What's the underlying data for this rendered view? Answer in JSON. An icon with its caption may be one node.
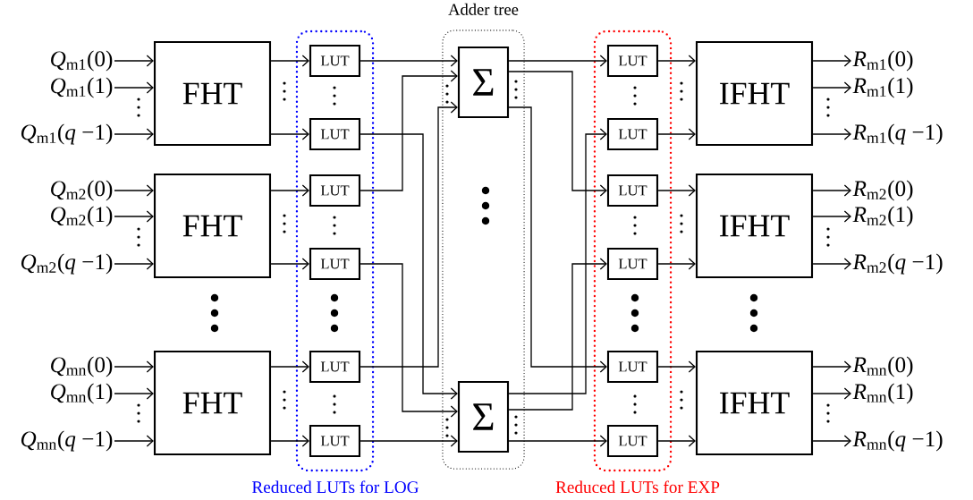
{
  "diagram": {
    "nodes": [
      {
        "text": [
          "Reduced LUTs for LOG"
        ]
      },
      {
        "text": [
          "Adder tree"
        ]
      },
      {
        "text": [
          "Reduced LUTs for EXP"
        ]
      },
      {
        "text": [
          "*Q*$_{m1}$(0)"
        ]
      },
      {
        "text": [
          "*Q*$_{m1}$(1)"
        ]
      },
      {
        "text": [
          "*Q*$_{m1}$(*q* −1)"
        ]
      },
      {
        "text": [
          "*Q*$_{m2}$(0)"
        ]
      },
      {
        "text": [
          "*Q*$_{m2}$(1)"
        ]
      },
      {
        "text": [
          "*Q*$_{m2}$(*q* −1)"
        ]
      },
      {
        "text": [
          "*Q*$_{mn}$(0)"
        ]
      },
      {
        "text": [
          "*Q*$_{mn}$(1)"
        ]
      },
      {
        "text": [
          "*Q*$_{mn}$(*q* −1)"
        ]
      },
      {
        "text": [
          "FHT"
        ]
      },
      {
        "text": [
          "FHT"
        ]
      },
      {
        "text": [
          "FHT"
        ]
      },
      {
        "text": [
          "LUT"
        ],
        "in": 0
      },
      {
        "text": [
          "LUT"
        ],
        "in": 0
      },
      {
        "text": [
          "LUT"
        ],
        "in": 0
      },
      {
        "text": [
          "LUT"
        ],
        "in": 0
      },
      {
        "text": [
          "LUT"
        ],
        "in": 0
      },
      {
        "text": [
          "LUT"
        ],
        "in": 0
      },
      {
        "text": [
          "Σ"
        ],
        "in": 1
      },
      {
        "text": [
          "Σ"
        ],
        "in": 1
      },
      {
        "text": [
          "LUT"
        ],
        "in": 2
      },
      {
        "text": [
          "LUT"
        ],
        "in": 2
      },
      {
        "text": [
          "LUT"
        ],
        "in": 2
      },
      {
        "text": [
          "LUT"
        ],
        "in": 2
      },
      {
        "text": [
          "LUT"
        ],
        "in": 2
      },
      {
        "text": [
          "LUT"
        ],
        "in": 2
      },
      {
        "text": [
          "IFHT"
        ]
      },
      {
        "text": [
          "IFHT"
        ]
      },
      {
        "text": [
          "IFHT"
        ]
      },
      {
        "text": [
          "*R*$_{m1}$(0)"
        ]
      },
      {
        "text": [
          "*R*$_{m1}$(1)"
        ]
      },
      {
        "text": [
          "*R*$_{m1}$(*q* −1)"
        ]
      },
      {
        "text": [
          "*R*$_{m2}$(0)"
        ]
      },
      {
        "text": [
          "*R*$_{m2}$(1)"
        ]
      },
      {
        "text": [
          "*R*$_{m2}$(*q* −1)"
        ]
      },
      {
        "text": [
          "*R*$_{mn}$(0)"
        ]
      },
      {
        "text": [
          "*R*$_{mn}$(1)"
        ]
      },
      {
        "text": [
          "*R*$_{mn}$(*q* −1)"
        ]
      }
    ],
    "edges": [
      {
        "from": 3,
        "to": 12,
        "arrow": "to"
      },
      {
        "from": 4,
        "to": 12,
        "arrow": "to"
      },
      {
        "from": 5,
        "to": 12,
        "arrow": "to"
      },
      {
        "from": 6,
        "to": 13,
        "arrow": "to"
      },
      {
        "from": 7,
        "to": 13,
        "arrow": "to"
      },
      {
        "from": 8,
        "to": 13,
        "arrow": "to"
      },
      {
        "from": 9,
        "to": 14,
        "arrow": "to"
      },
      {
        "from": 10,
        "to": 14,
        "arrow": "to"
      },
      {
        "from": 11,
        "to": 14,
        "arrow": "to"
      },
      {
        "from": 12,
        "to": 15,
        "arrow": "to"
      },
      {
        "from": 12,
        "to": 16,
        "arrow": "to"
      },
      {
        "from": 13,
        "to": 17,
        "arrow": "to"
      },
      {
        "from": 13,
        "to": 18,
        "arrow": "to"
      },
      {
        "from": 14,
        "to": 19,
        "arrow": "to"
      },
      {
        "from": 14,
        "to": 20,
        "arrow": "to"
      },
      {
        "from": 15,
        "to": 21,
        "arrow": "to"
      },
      {
        "from": 16,
        "to": 22,
        "arrow": "to"
      },
      {
        "from": 17,
        "to": 21,
        "arrow": "to"
      },
      {
        "from": 18,
        "to": 22,
        "arrow": "to"
      },
      {
        "from": 19,
        "to": 21,
        "arrow": "to"
      },
      {
        "from": 20,
        "to": 22,
        "arrow": "to"
      },
      {
        "from": 21,
        "to": 23,
        "arrow": "to"
      },
      {
        "from": 21,
        "to": 25,
        "arrow": "to"
      },
      {
        "from": 21,
        "to": 27,
        "arrow": "to"
      },
      {
        "from": 22,
        "to": 24,
        "arrow": "to"
      },
      {
        "from": 22,
        "to": 26,
        "arrow": "to"
      },
      {
        "from": 22,
        "to": 28,
        "arrow": "to"
      },
      {
        "from": 23,
        "to": 29,
        "arrow": "to"
      },
      {
        "from": 24,
        "to": 29,
        "arrow": "to"
      },
      {
        "from": 25,
        "to": 30,
        "arrow": "to"
      },
      {
        "from": 26,
        "to": 30,
        "arrow": "to"
      },
      {
        "from": 27,
        "to": 31,
        "arrow": "to"
      },
      {
        "from": 28,
        "to": 31,
        "arrow": "to"
      },
      {
        "from": 29,
        "to": 32,
        "arrow": "to"
      },
      {
        "from": 29,
        "to": 33,
        "arrow": "to"
      },
      {
        "from": 29,
        "to": 34,
        "arrow": "to"
      },
      {
        "from": 30,
        "to": 35,
        "arrow": "to"
      },
      {
        "from": 30,
        "to": 36,
        "arrow": "to"
      },
      {
        "from": 30,
        "to": 37,
        "arrow": "to"
      },
      {
        "from": 31,
        "to": 38,
        "arrow": "to"
      },
      {
        "from": 31,
        "to": 39,
        "arrow": "to"
      },
      {
        "from": 31,
        "to": 40,
        "arrow": "to"
      }
    ]
  }
}
